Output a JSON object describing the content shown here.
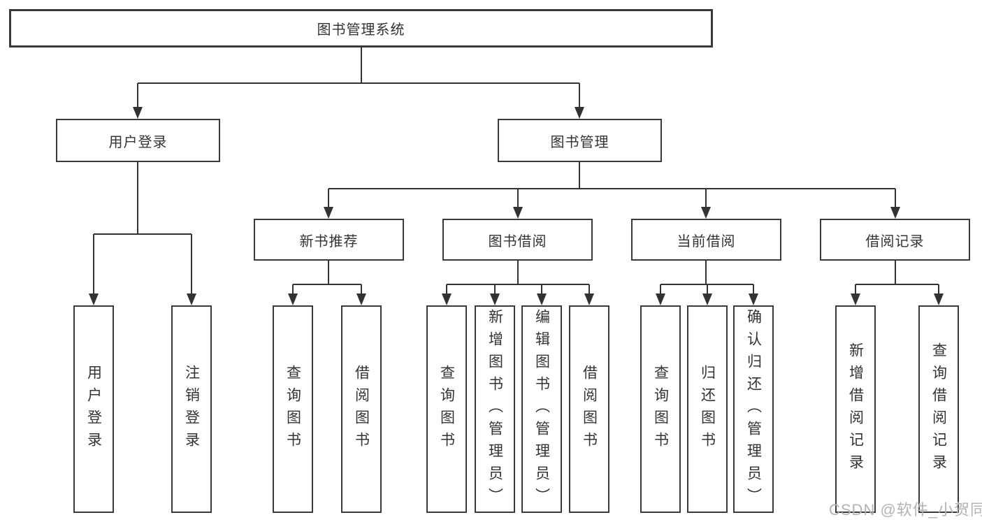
{
  "root": {
    "label": "图书管理系统"
  },
  "level2": [
    {
      "label": "用户登录"
    },
    {
      "label": "图书管理"
    }
  ],
  "level3": [
    {
      "label": "新书推荐"
    },
    {
      "label": "图书借阅"
    },
    {
      "label": "当前借阅"
    },
    {
      "label": "借阅记录"
    }
  ],
  "leaves": {
    "user_login": [
      {
        "label": "用户登录"
      },
      {
        "label": "注销登录"
      }
    ],
    "new_book": [
      {
        "label": "查询图书"
      },
      {
        "label": "借阅图书"
      }
    ],
    "book_borrow": [
      {
        "label": "查询图书"
      },
      {
        "label": "新增图书（管理员）"
      },
      {
        "label": "编辑图书（管理员）"
      },
      {
        "label": "借阅图书"
      }
    ],
    "current_borrow": [
      {
        "label": "查询图书"
      },
      {
        "label": "归还图书"
      },
      {
        "label": "确认归还（管理员）"
      }
    ],
    "borrow_records": [
      {
        "label": "新增借阅记录"
      },
      {
        "label": "查询借阅记录"
      }
    ]
  },
  "watermark": "CSDN @软件_小贺同学",
  "colors": {
    "line": "#333333",
    "box_border": "#3a3a3a",
    "text": "#333333",
    "watermark": "#b3b3b3",
    "background": "#ffffff"
  }
}
